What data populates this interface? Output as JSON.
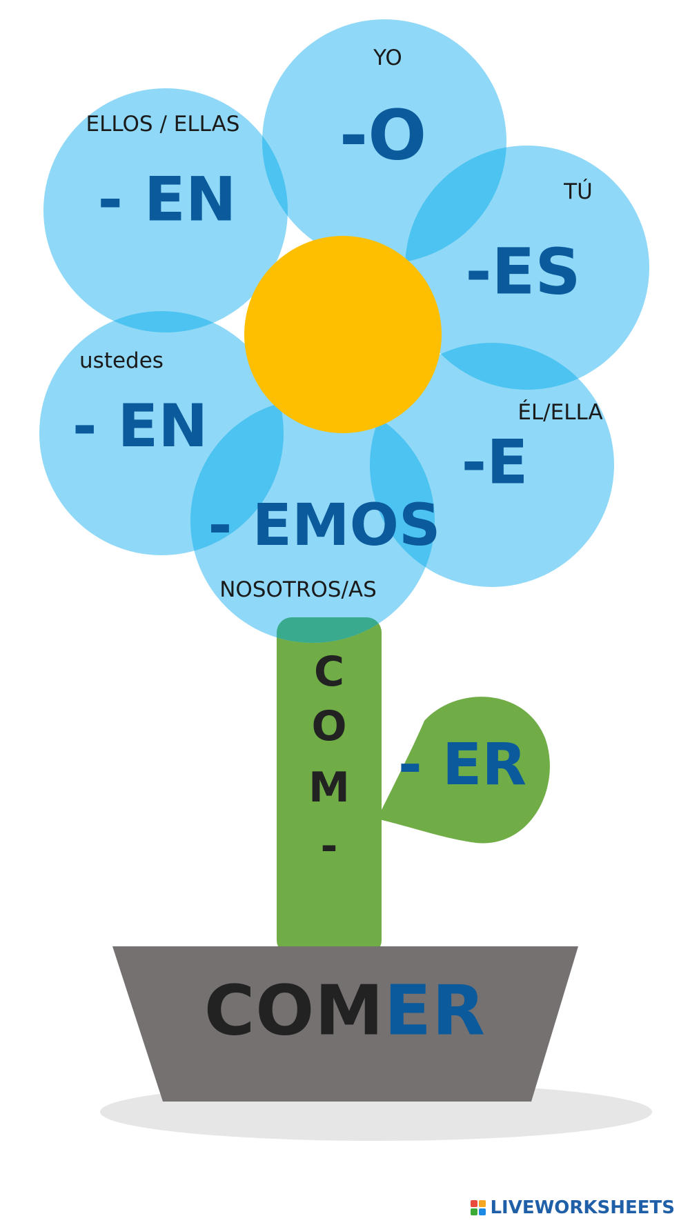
{
  "colors": {
    "petal": "#8fd8f7",
    "petal_overlap": "#4cc3f0",
    "center": "#fdbf00",
    "stem": "#70ad47",
    "stem_top": "#3aaa8e",
    "pot": "#767171",
    "shadow": "#e6e6e6",
    "ending_text": "#0a5a9c",
    "dark_text": "#222222"
  },
  "petals": [
    {
      "pronoun": "YO",
      "ending": "-O"
    },
    {
      "pronoun": "TÚ",
      "ending": "-ES"
    },
    {
      "pronoun": "ÉL/ELLA",
      "ending": "-E"
    },
    {
      "pronoun": "NOSOTROS/AS",
      "ending": "- EMOS"
    },
    {
      "pronoun": "ustedes",
      "ending": "- EN"
    },
    {
      "pronoun": "ELLOS / ELLAS",
      "ending": "- EN"
    }
  ],
  "stem": {
    "letters": [
      "C",
      "O",
      "M",
      "-"
    ]
  },
  "leaf": {
    "ending": "- ER"
  },
  "pot": {
    "stem": "COM",
    "ending": "ER"
  },
  "brand": {
    "name": "LIVEWORKSHEETS",
    "logo_colors": [
      "#e94b3c",
      "#f5a623",
      "#3aaa35",
      "#1e88e5"
    ]
  }
}
